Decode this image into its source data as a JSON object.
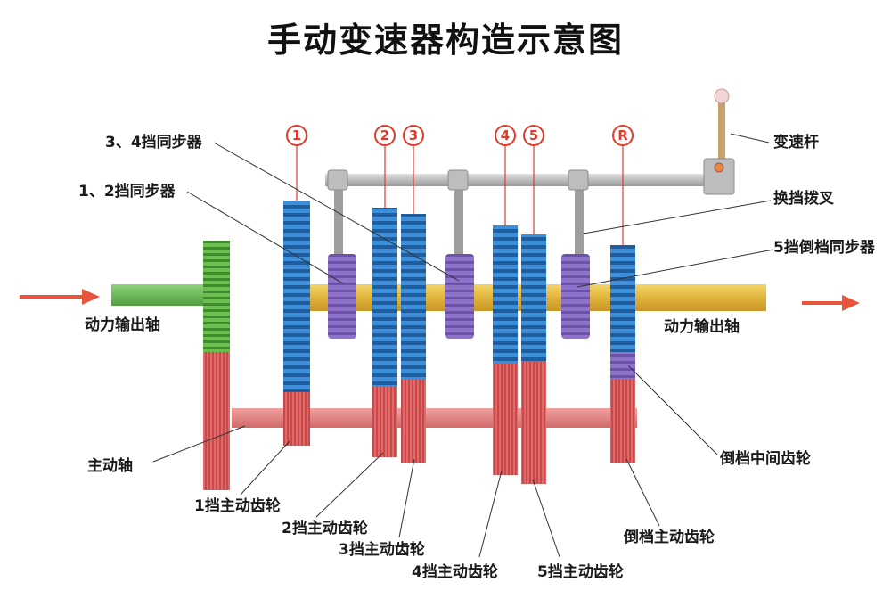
{
  "title": "手动变速器构造示意图",
  "gear_numbers": [
    "1",
    "2",
    "3",
    "4",
    "5",
    "R"
  ],
  "labels": {
    "sync34": "3、4挡同步器",
    "sync12": "1、2挡同步器",
    "shift_lever": "变速杆",
    "shift_fork": "换挡拨叉",
    "sync5r": "5挡倒档同步器",
    "output_shaft_left": "动力输出轴",
    "output_shaft_right": "动力输出轴",
    "main_shaft": "主动轴",
    "reverse_idler": "倒档中间齿轮",
    "gear1": "1挡主动齿轮",
    "gear2": "2挡主动齿轮",
    "gear3": "3挡主动齿轮",
    "gear4": "4挡主动齿轮",
    "gear5": "5挡主动齿轮",
    "reverse_drive": "倒档主动齿轮"
  },
  "colors": {
    "arrow": "#e8553c",
    "output_gear": "#3c8fd8",
    "drive_gear": "#e06a6a",
    "synchronizer": "#9b7ad6",
    "input_shaft": "#6bbf4f",
    "output_shaft": "#e8c040",
    "fork": "#b9b9b9",
    "number_circle": "#e23a2a"
  }
}
